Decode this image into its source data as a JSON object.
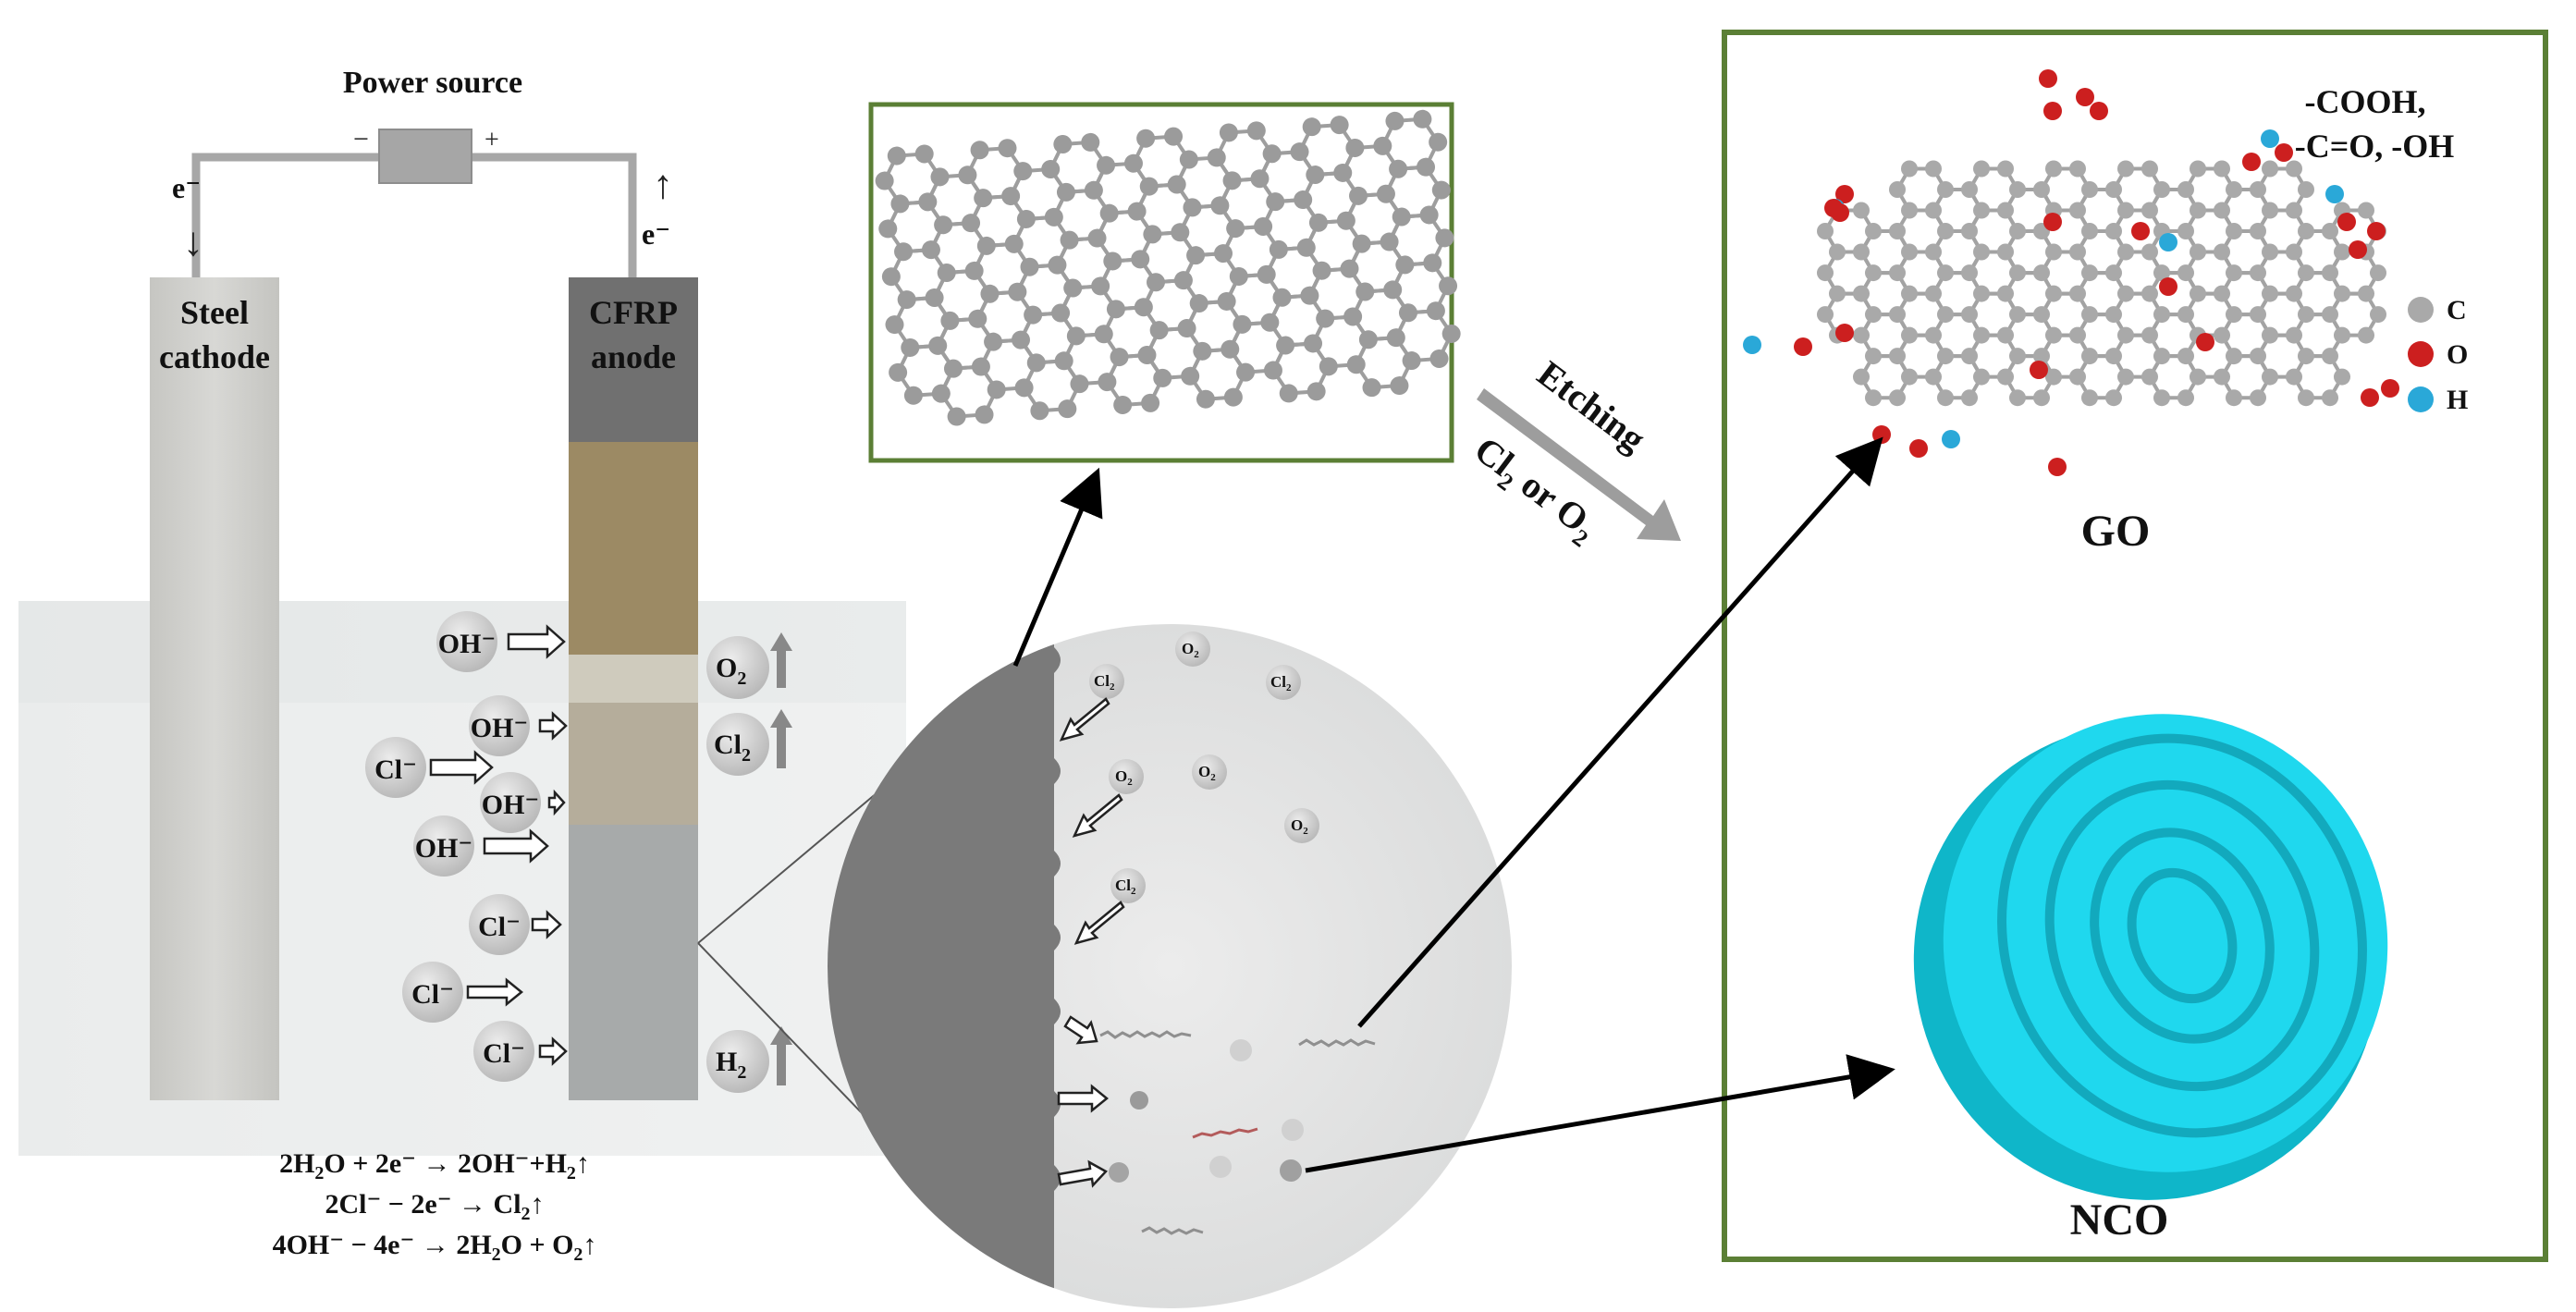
{
  "circuit": {
    "power_label": "Power source",
    "minus": "−",
    "plus": "+",
    "e_left": "e⁻",
    "e_right": "e⁻"
  },
  "electrodes": {
    "cathode_line1": "Steel",
    "cathode_line2": "cathode",
    "anode_line1": "CFRP",
    "anode_line2": "anode"
  },
  "ions": {
    "oh": "OH⁻",
    "cl": "Cl⁻"
  },
  "gases": {
    "o2": "O",
    "cl2": "Cl",
    "h2": "H",
    "sub2": "2"
  },
  "reactions": [
    {
      "a": "2H",
      "s1": "2",
      "b": "O + 2e⁻ → 2OH⁻+H",
      "s2": "2",
      "c": "↑"
    },
    {
      "a": "2Cl⁻ − 2e⁻ → Cl",
      "s1": "2",
      "b": "↑",
      "s2": "",
      "c": ""
    },
    {
      "a": "4OH⁻ −  4e⁻ → 2H",
      "s1": "2",
      "b": "O + O",
      "s2": "2",
      "c": "↑"
    }
  ],
  "etching": {
    "line1": "Etching",
    "line2a": "Cl",
    "line2b": " or O",
    "sub": "2"
  },
  "go_panel": {
    "groups_line1": "-COOH,",
    "groups_line2": "-C=O, -OH",
    "title": "GO",
    "legend": [
      {
        "symbol": "C",
        "color": "#a9a9a9"
      },
      {
        "symbol": "O",
        "color": "#cc1f1f"
      },
      {
        "symbol": "H",
        "color": "#2aa8d8"
      }
    ]
  },
  "nco_panel": {
    "title": "NCO",
    "color": "#1fd3ea"
  },
  "colors": {
    "frame": "#5b7f35",
    "anode_top": "#6f6f6f",
    "anode_tan": "#9c8a64",
    "anode_bottom": "#a6aaaa",
    "cathode": "#cfcfcc"
  }
}
